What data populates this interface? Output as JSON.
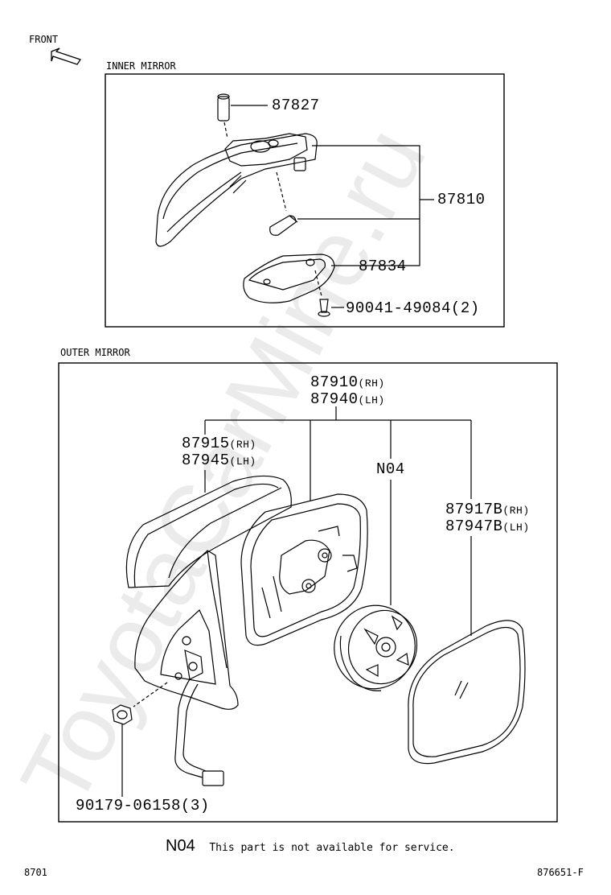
{
  "header": {
    "front_label": "FRONT"
  },
  "inner": {
    "title": "INNER MIRROR",
    "parts": [
      {
        "pn": "87827",
        "sfx": ""
      },
      {
        "pn": "87810",
        "sfx": ""
      },
      {
        "pn": "87834",
        "sfx": ""
      },
      {
        "pn": "90041-49084",
        "sfx": "(2)"
      }
    ]
  },
  "outer": {
    "title": "OUTER MIRROR",
    "assy": [
      {
        "pn": "87910",
        "sfx": "(RH)"
      },
      {
        "pn": "87940",
        "sfx": "(LH)"
      }
    ],
    "cover": [
      {
        "pn": "87915",
        "sfx": "(RH)"
      },
      {
        "pn": "87945",
        "sfx": "(LH)"
      }
    ],
    "motor": {
      "pn": "N04"
    },
    "glass": [
      {
        "pn": "87917B",
        "sfx": "(RH)"
      },
      {
        "pn": "87947B",
        "sfx": "(LH)"
      }
    ],
    "nut": {
      "pn": "90179-06158",
      "sfx": "(3)"
    }
  },
  "footnote": {
    "code": "N04",
    "text": "This part is not available for service."
  },
  "footer": {
    "left": "8701",
    "right": "876651-F"
  },
  "watermark": {
    "text": "ToyotaCarMine.ru"
  }
}
